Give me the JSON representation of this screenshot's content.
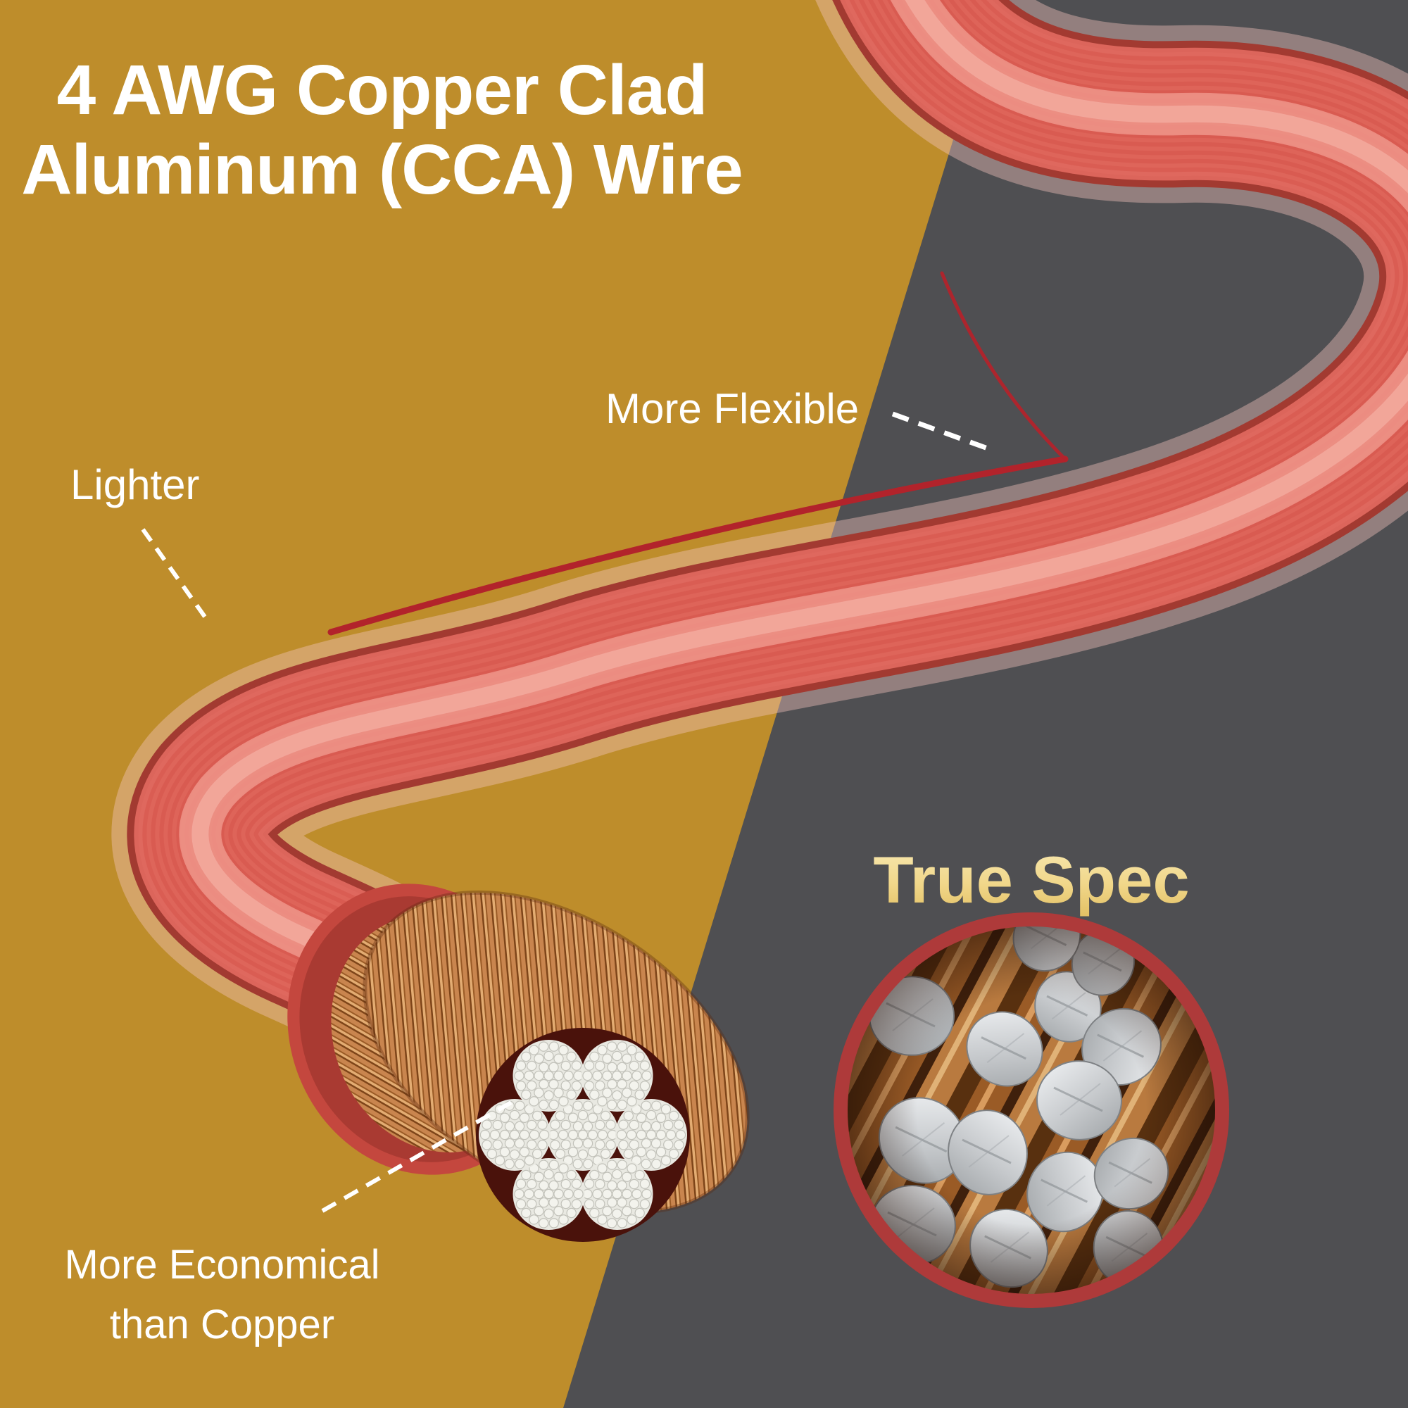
{
  "title": {
    "line1": "4 AWG Copper Clad",
    "line2": "Aluminum (CCA) Wire"
  },
  "callouts": {
    "more_flexible": "More Flexible",
    "lighter": "Lighter",
    "economical_line1": "More Economical",
    "economical_line2": "than Copper"
  },
  "inset": {
    "heading": "True Spec"
  },
  "colors": {
    "background_gold": "#BE8D2B",
    "background_gray": "#4F4F52",
    "accent_red": "#B2232B",
    "heading_text": "#FFFFFF",
    "truespec_text": "#F1D78A",
    "wire_body": "#DC655B",
    "wire_highlight": "#EF958A",
    "insulation_halo": "#F2C4BC",
    "copper": "#B97A3F",
    "aluminum_strand": "#F3F3ED",
    "inset_ring": "#AE3A3A"
  }
}
